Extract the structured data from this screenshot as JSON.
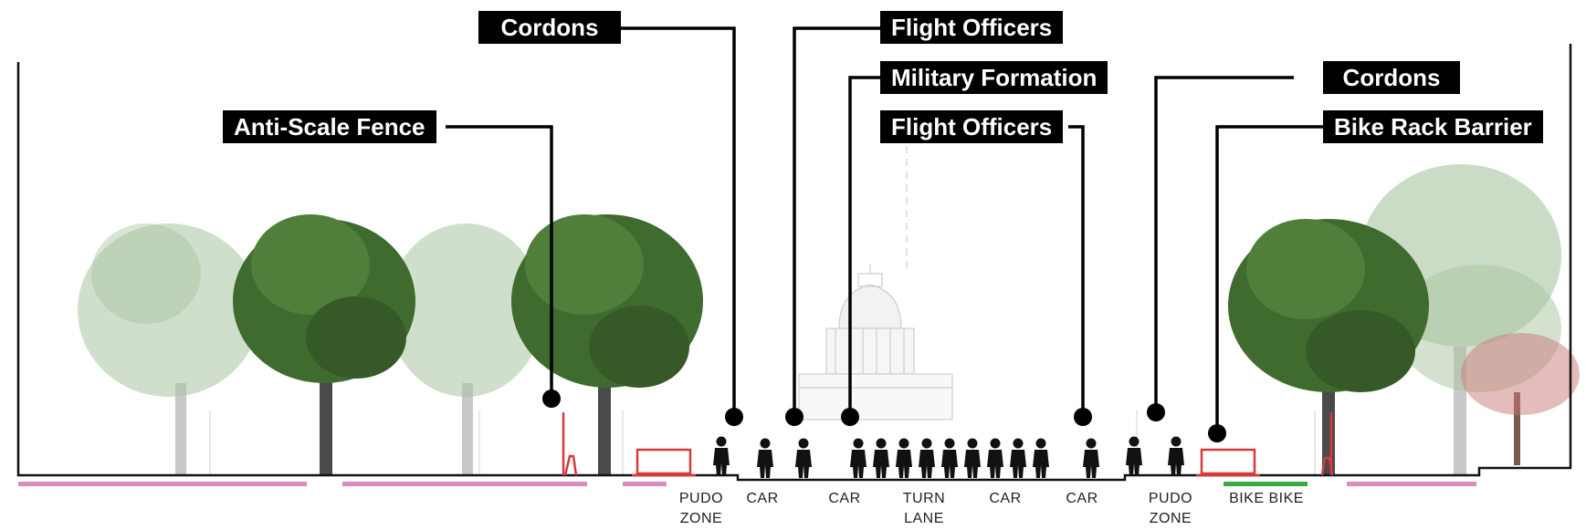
{
  "callouts": {
    "anti_scale_fence": "Anti-Scale Fence",
    "cordons_left": "Cordons",
    "flight_officers_top": "Flight Officers",
    "military_formation": "Military Formation",
    "flight_officers_mid": "Flight Officers",
    "cordons_right": "Cordons",
    "bike_rack_barrier": "Bike Rack Barrier"
  },
  "lanes": {
    "pudo_left": "PUDO\nZONE",
    "car_1": "CAR",
    "car_2": "CAR",
    "turn_lane": "TURN\nLANE",
    "car_3": "CAR",
    "car_4": "CAR",
    "pudo_right": "PUDO\nZONE",
    "bike": "BIKE BIKE"
  },
  "colors": {
    "callout_bg": "#000000",
    "callout_text": "#ffffff",
    "barrier": "#d63a3a",
    "sidewalk_band": "#d98cc0",
    "bike_band": "#3aa845",
    "tree_dark": "#3f6b2f",
    "tree_faded": "#a9c4a0",
    "tree_red": "#c97a7a"
  }
}
